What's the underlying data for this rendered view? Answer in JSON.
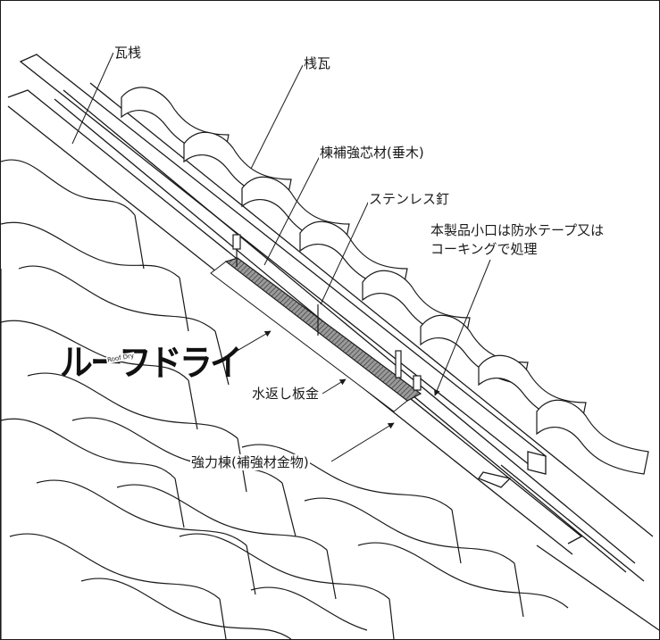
{
  "labels": {
    "kawara_zan": "瓦桟",
    "sangawara": "桟瓦",
    "core": "棟補強芯材(垂木)",
    "nail": "ステンレス釘",
    "seal_line1": "本製品小口は防水テープ又は",
    "seal_line2": "コーキングで処理",
    "flashing": "水返し板金",
    "bracket": "強力棟(補強材金物)"
  },
  "logo": {
    "text": "ルーフドライ",
    "small_text": "Roof Dry"
  },
  "colors": {
    "line": "#1a1a1a",
    "product_fill": "#7a7a7a",
    "background": "#ffffff"
  }
}
